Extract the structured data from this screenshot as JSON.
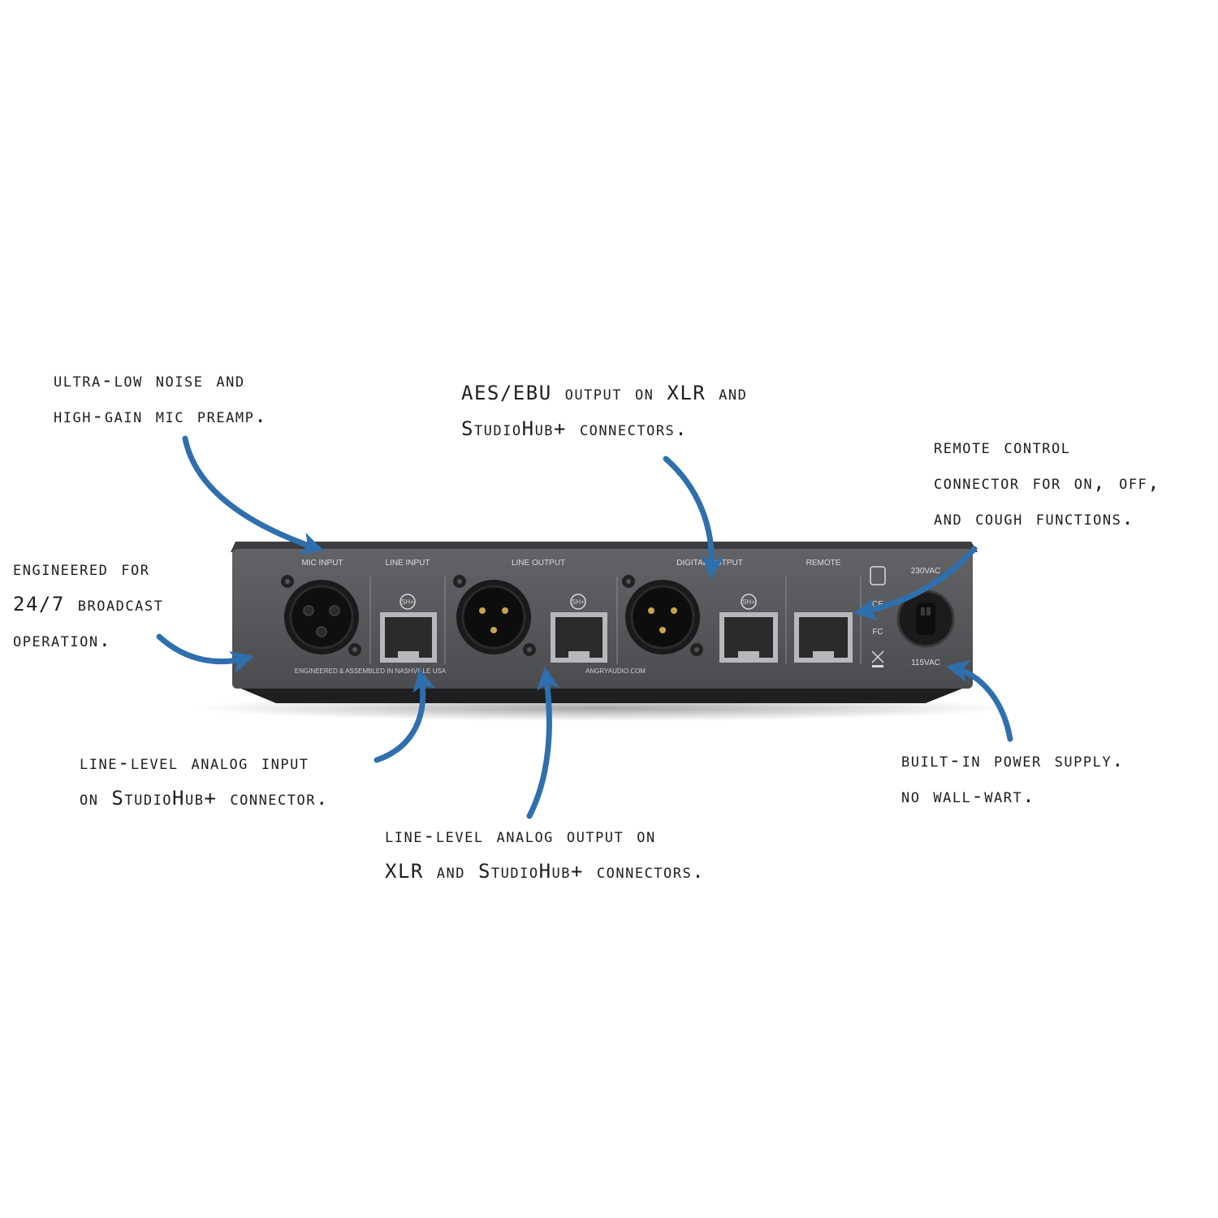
{
  "annotations": {
    "mic_preamp": [
      "ultra-low noise and",
      "high-gain mic preamp."
    ],
    "broadcast": [
      "engineered for",
      "24/7 broadcast",
      "operation."
    ],
    "aes_ebu": [
      "AES/EBU output on XLR and",
      "StudioHub+ connectors."
    ],
    "remote": [
      "remote control",
      "connector for on, off,",
      "and cough functions."
    ],
    "line_input": [
      "line-level analog input",
      "on StudioHub+ connector."
    ],
    "line_output": [
      "line-level analog output on",
      "XLR and StudioHub+ connectors."
    ],
    "power": [
      "built-in power supply.",
      "no wall-wart."
    ]
  },
  "panel": {
    "mic_input": "MIC INPUT",
    "line_input": "LINE INPUT",
    "line_output": "LINE OUTPUT",
    "digital_output": "DIGITAL OUTPUT",
    "remote": "REMOTE",
    "v230": "230VAC",
    "v115": "115VAC",
    "made_in": "ENGINEERED & ASSEMBLED IN NASHVILLE USA",
    "website": "ANGRYAUDIO.COM",
    "studiohub_badge": "SH+",
    "ce_mark": "CE",
    "fcc_mark": "FC"
  },
  "colors": {
    "arrow": "#2f6fae",
    "chassis": "#58595b",
    "background": "#ffffff"
  }
}
